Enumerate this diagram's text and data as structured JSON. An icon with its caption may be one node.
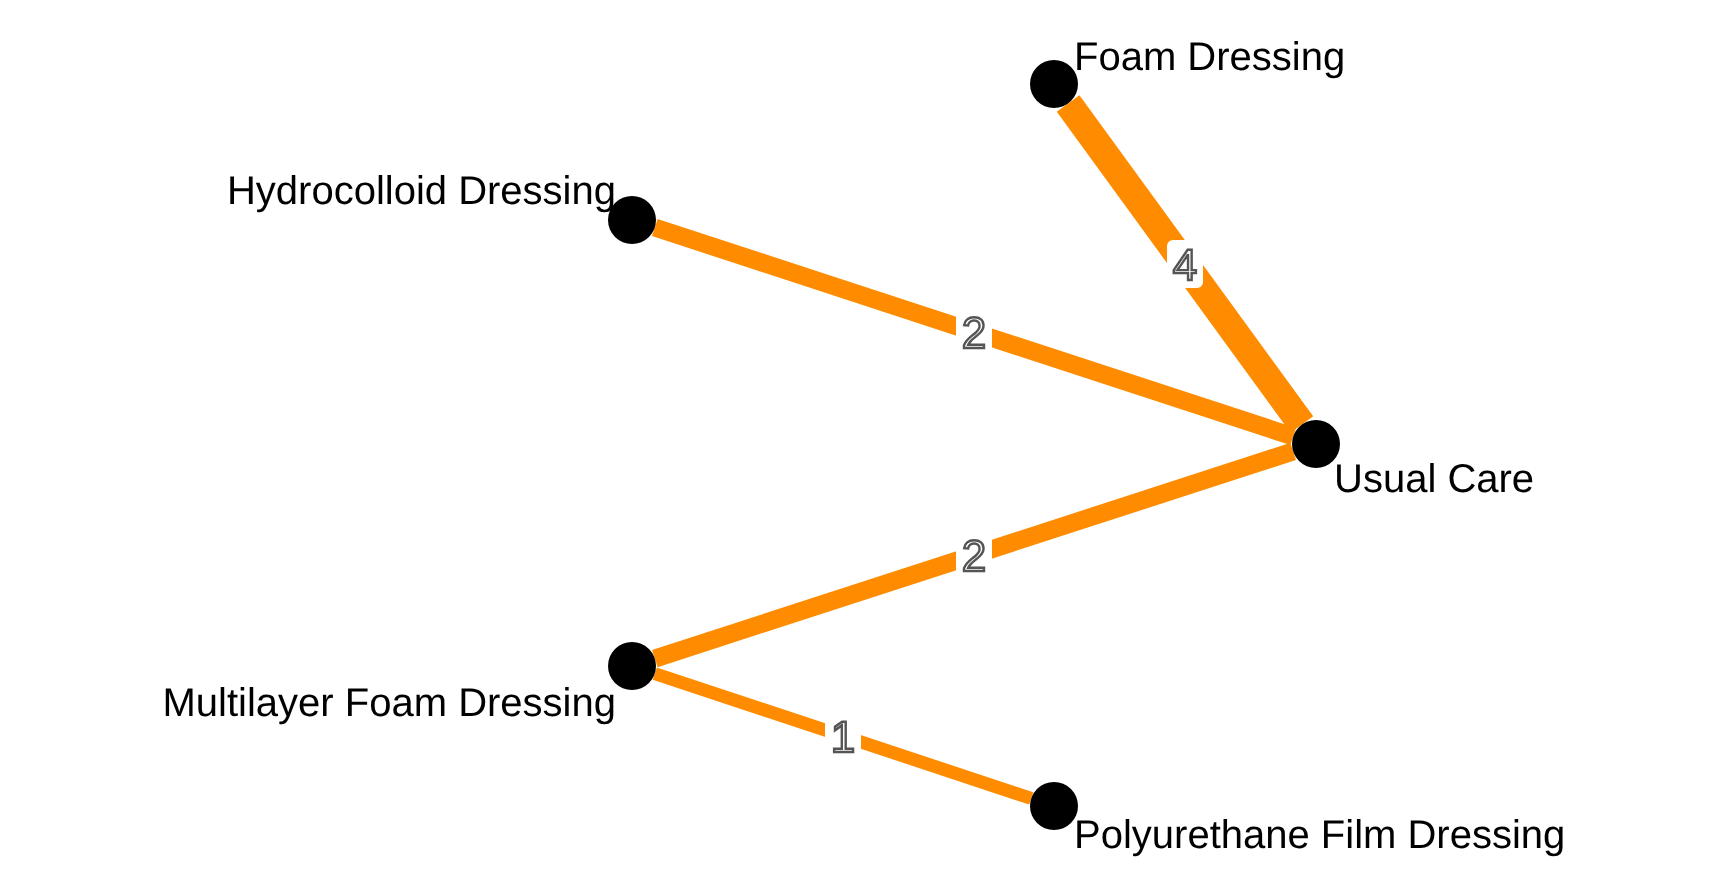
{
  "diagram": {
    "nodes": [
      {
        "text": [],
        "shape": "circle",
        "beside": [
          "Foam Dressing"
        ]
      },
      {
        "text": [],
        "shape": "circle",
        "beside": [
          "Hydrocolloid Dressing"
        ]
      },
      {
        "text": [],
        "shape": "circle",
        "beside": [
          "Usual Care"
        ]
      },
      {
        "text": [],
        "shape": "circle",
        "beside": [
          "Multilayer Foam Dressing"
        ]
      },
      {
        "text": [],
        "shape": "circle",
        "beside": [
          "Polyurethane Film Dressing"
        ]
      }
    ],
    "edges": [
      {
        "from": 0,
        "to": 2,
        "arrow": "none",
        "label": "4"
      },
      {
        "from": 1,
        "to": 2,
        "arrow": "none",
        "label": "2"
      },
      {
        "from": 2,
        "to": 3,
        "arrow": "none",
        "label": "2"
      },
      {
        "from": 3,
        "to": 4,
        "arrow": "none",
        "label": "1"
      }
    ]
  }
}
